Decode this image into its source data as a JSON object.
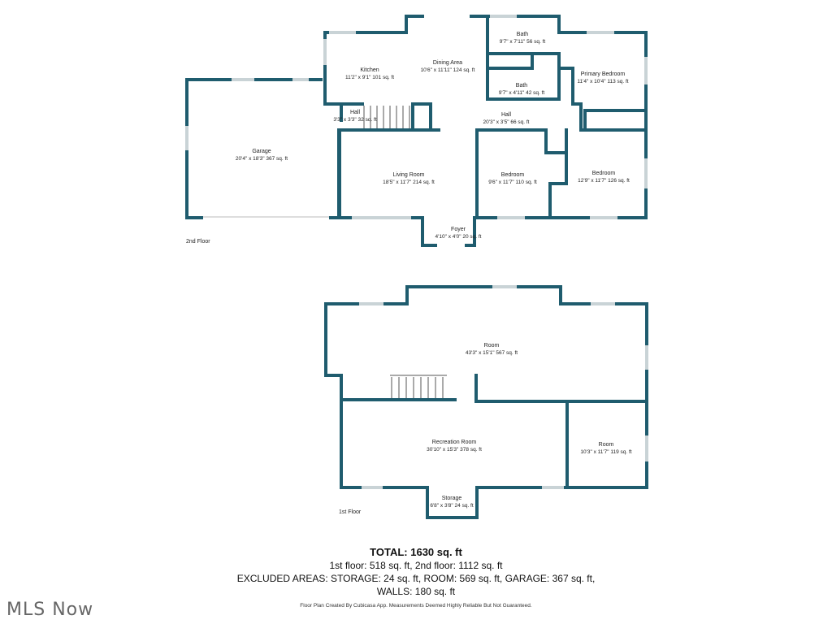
{
  "floor2": {
    "label": "2nd Floor",
    "rooms": [
      {
        "name": "Garage",
        "dim": "20'4\" x 18'3\" 367 sq. ft"
      },
      {
        "name": "Kitchen",
        "dim": "11'2\" x 9'1\" 101 sq. ft"
      },
      {
        "name": "Dining Area",
        "dim": "10'6\" x 11'11\" 124 sq. ft"
      },
      {
        "name": "Bath",
        "dim": "9'7\" x 7'11\" 56 sq. ft"
      },
      {
        "name": "Bath",
        "dim": "9'7\" x 4'11\" 42 sq. ft"
      },
      {
        "name": "Primary Bedroom",
        "dim": "11'4\" x 10'4\" 113 sq. ft"
      },
      {
        "name": "Hall",
        "dim": "3'3\" x 3'3\" 32 sq. ft"
      },
      {
        "name": "Hall",
        "dim": "20'3\" x 3'5\" 66 sq. ft"
      },
      {
        "name": "Living Room",
        "dim": "18'5\" x 11'7\" 214 sq. ft"
      },
      {
        "name": "Bedroom",
        "dim": "9'6\" x 11'7\" 110 sq. ft"
      },
      {
        "name": "Bedroom",
        "dim": "12'9\" x 11'7\" 126 sq. ft"
      },
      {
        "name": "Foyer",
        "dim": "4'10\" x 4'0\" 20 sq. ft"
      }
    ]
  },
  "floor1": {
    "label": "1st Floor",
    "rooms": [
      {
        "name": "Room",
        "dim": "43'3\" x 15'1\" 567 sq. ft"
      },
      {
        "name": "Recreation Room",
        "dim": "30'10\" x 15'3\" 378 sq. ft"
      },
      {
        "name": "Room",
        "dim": "10'3\" x 11'7\" 119 sq. ft"
      },
      {
        "name": "Storage",
        "dim": "6'8\" x 3'8\" 24 sq. ft"
      }
    ]
  },
  "totals": {
    "total": "TOTAL: 1630 sq. ft",
    "floors": "1st floor: 518 sq. ft, 2nd floor: 1112 sq. ft",
    "excluded": "EXCLUDED AREAS: STORAGE: 24 sq. ft, ROOM: 569 sq. ft, GARAGE: 367 sq. ft,",
    "walls": "WALLS: 180 sq. ft"
  },
  "credit": "Floor Plan Created By Cubicasa App. Measurements Deemed Highly Reliable But Not Guaranteed.",
  "logo": "MLS Now",
  "colors": {
    "wall": "#1f5c6e",
    "window": "#c9d3d6"
  }
}
